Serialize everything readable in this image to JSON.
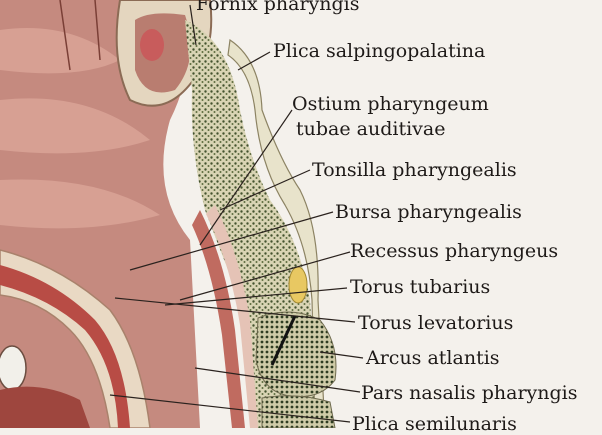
{
  "figure": {
    "labels": [
      {
        "key": "fornix",
        "text": "Fornix  pharyngis"
      },
      {
        "key": "plica_salp",
        "text": "Plica salpingopalatina"
      },
      {
        "key": "ostium_1",
        "text": "Ostium pharyngeum"
      },
      {
        "key": "ostium_2",
        "text": "tubae auditivae"
      },
      {
        "key": "tonsilla",
        "text": "Tonsilla  pharyngealis"
      },
      {
        "key": "bursa",
        "text": "Bursa pharyngealis"
      },
      {
        "key": "recessus",
        "text": "Recessus pharyngeus"
      },
      {
        "key": "torus_tub",
        "text": "Torus  tubarius"
      },
      {
        "key": "torus_lev",
        "text": "Torus  levatorius"
      },
      {
        "key": "arcus",
        "text": "Arcus atlantis"
      },
      {
        "key": "pars_nasalis",
        "text": "Pars nasalis  pharyngis"
      },
      {
        "key": "plica_semi",
        "text": "Plica semilunaris"
      }
    ]
  },
  "colors": {
    "background": "#f4f1ec",
    "mucosa": "#c98a82",
    "muscle": "#b8574f",
    "cartilage": "#e7e1c8",
    "bone_dark": "#3a4a2c",
    "text": "#1e1a18"
  }
}
